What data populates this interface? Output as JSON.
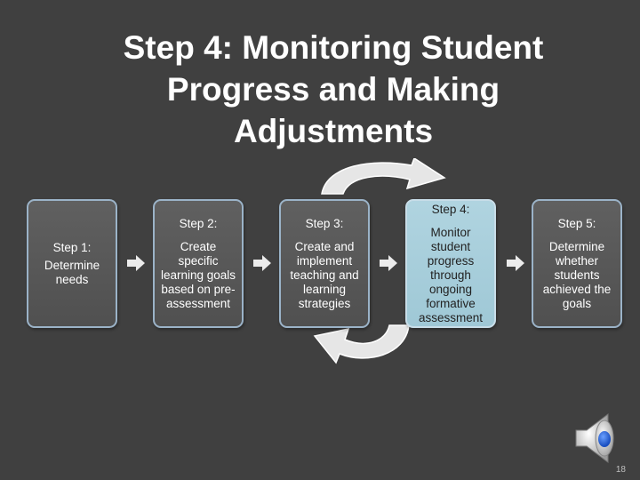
{
  "title": {
    "line1": "Step 4:  Monitoring Student",
    "line2": "Progress and Making",
    "line3": "Adjustments"
  },
  "steps": [
    {
      "head": "Step 1:",
      "body": "Determine needs"
    },
    {
      "head": "Step 2:",
      "body": "Create specific learning goals based on pre-assessment"
    },
    {
      "head": "Step 3:",
      "body": "Create and implement teaching and learning strategies"
    },
    {
      "head": "Step 4:",
      "body": "Monitor student progress through ongoing formative assessment"
    },
    {
      "head": "Step 5:",
      "body": "Determine whether students achieved the goals"
    }
  ],
  "slide_number": "18",
  "icons": {
    "flow_arrow": "right-arrow-icon",
    "cycle": "circular-arrow-icon",
    "audio": "speaker-icon"
  },
  "colors": {
    "background": "#404040",
    "box_border": "#9bb3c8",
    "active_box": "#a8cfdc",
    "arrow": "#e8e8e8"
  }
}
